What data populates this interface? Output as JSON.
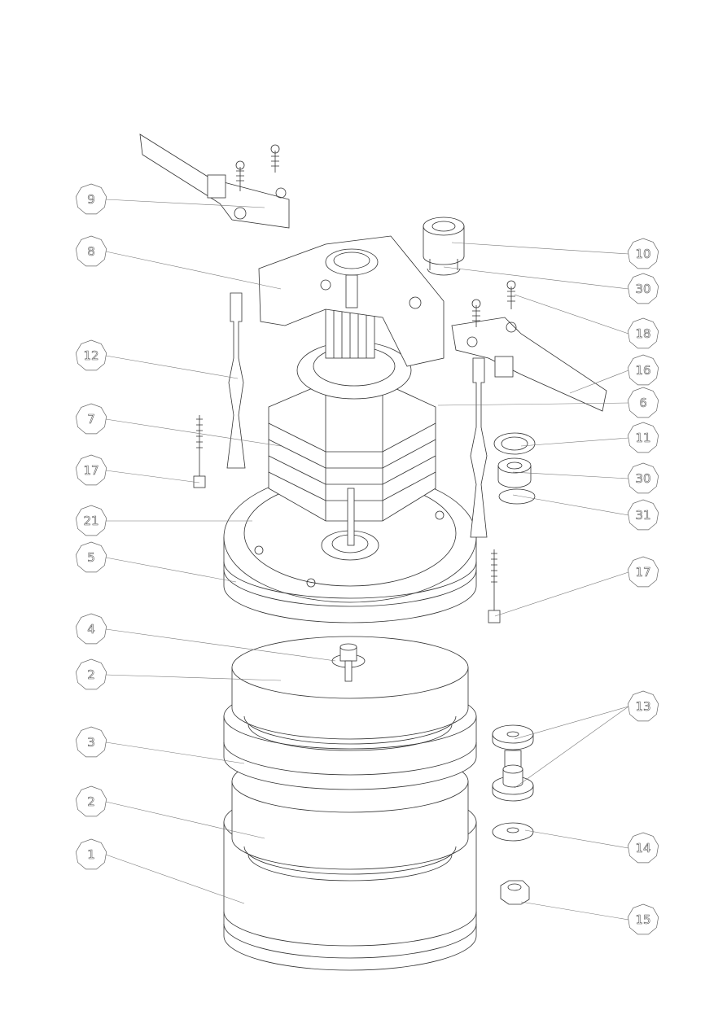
{
  "diagram": {
    "type": "exploded-view parts drawing",
    "callouts_left": [
      "9",
      "8",
      "12",
      "7",
      "17",
      "21",
      "5",
      "4",
      "2",
      "3",
      "2",
      "1"
    ],
    "callouts_right": [
      "10",
      "30",
      "18",
      "16",
      "6",
      "11",
      "30",
      "31",
      "17",
      "13",
      "14",
      "15"
    ]
  }
}
